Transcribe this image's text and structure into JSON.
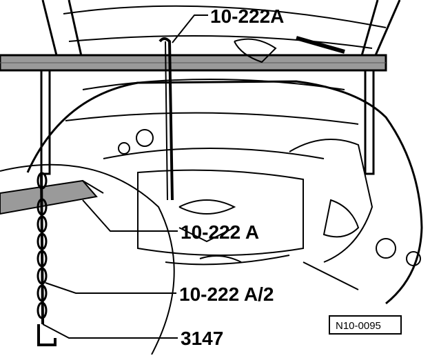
{
  "labels": {
    "support_bar": "10-222A",
    "support_bar_spaced": "10-222 A",
    "hook_adapter": "10-222 A/2",
    "chain": "3147"
  },
  "reference_code": "N10-0095",
  "colors": {
    "ink": "#000000",
    "shade": "#9a9a9a",
    "paper": "#ffffff"
  }
}
